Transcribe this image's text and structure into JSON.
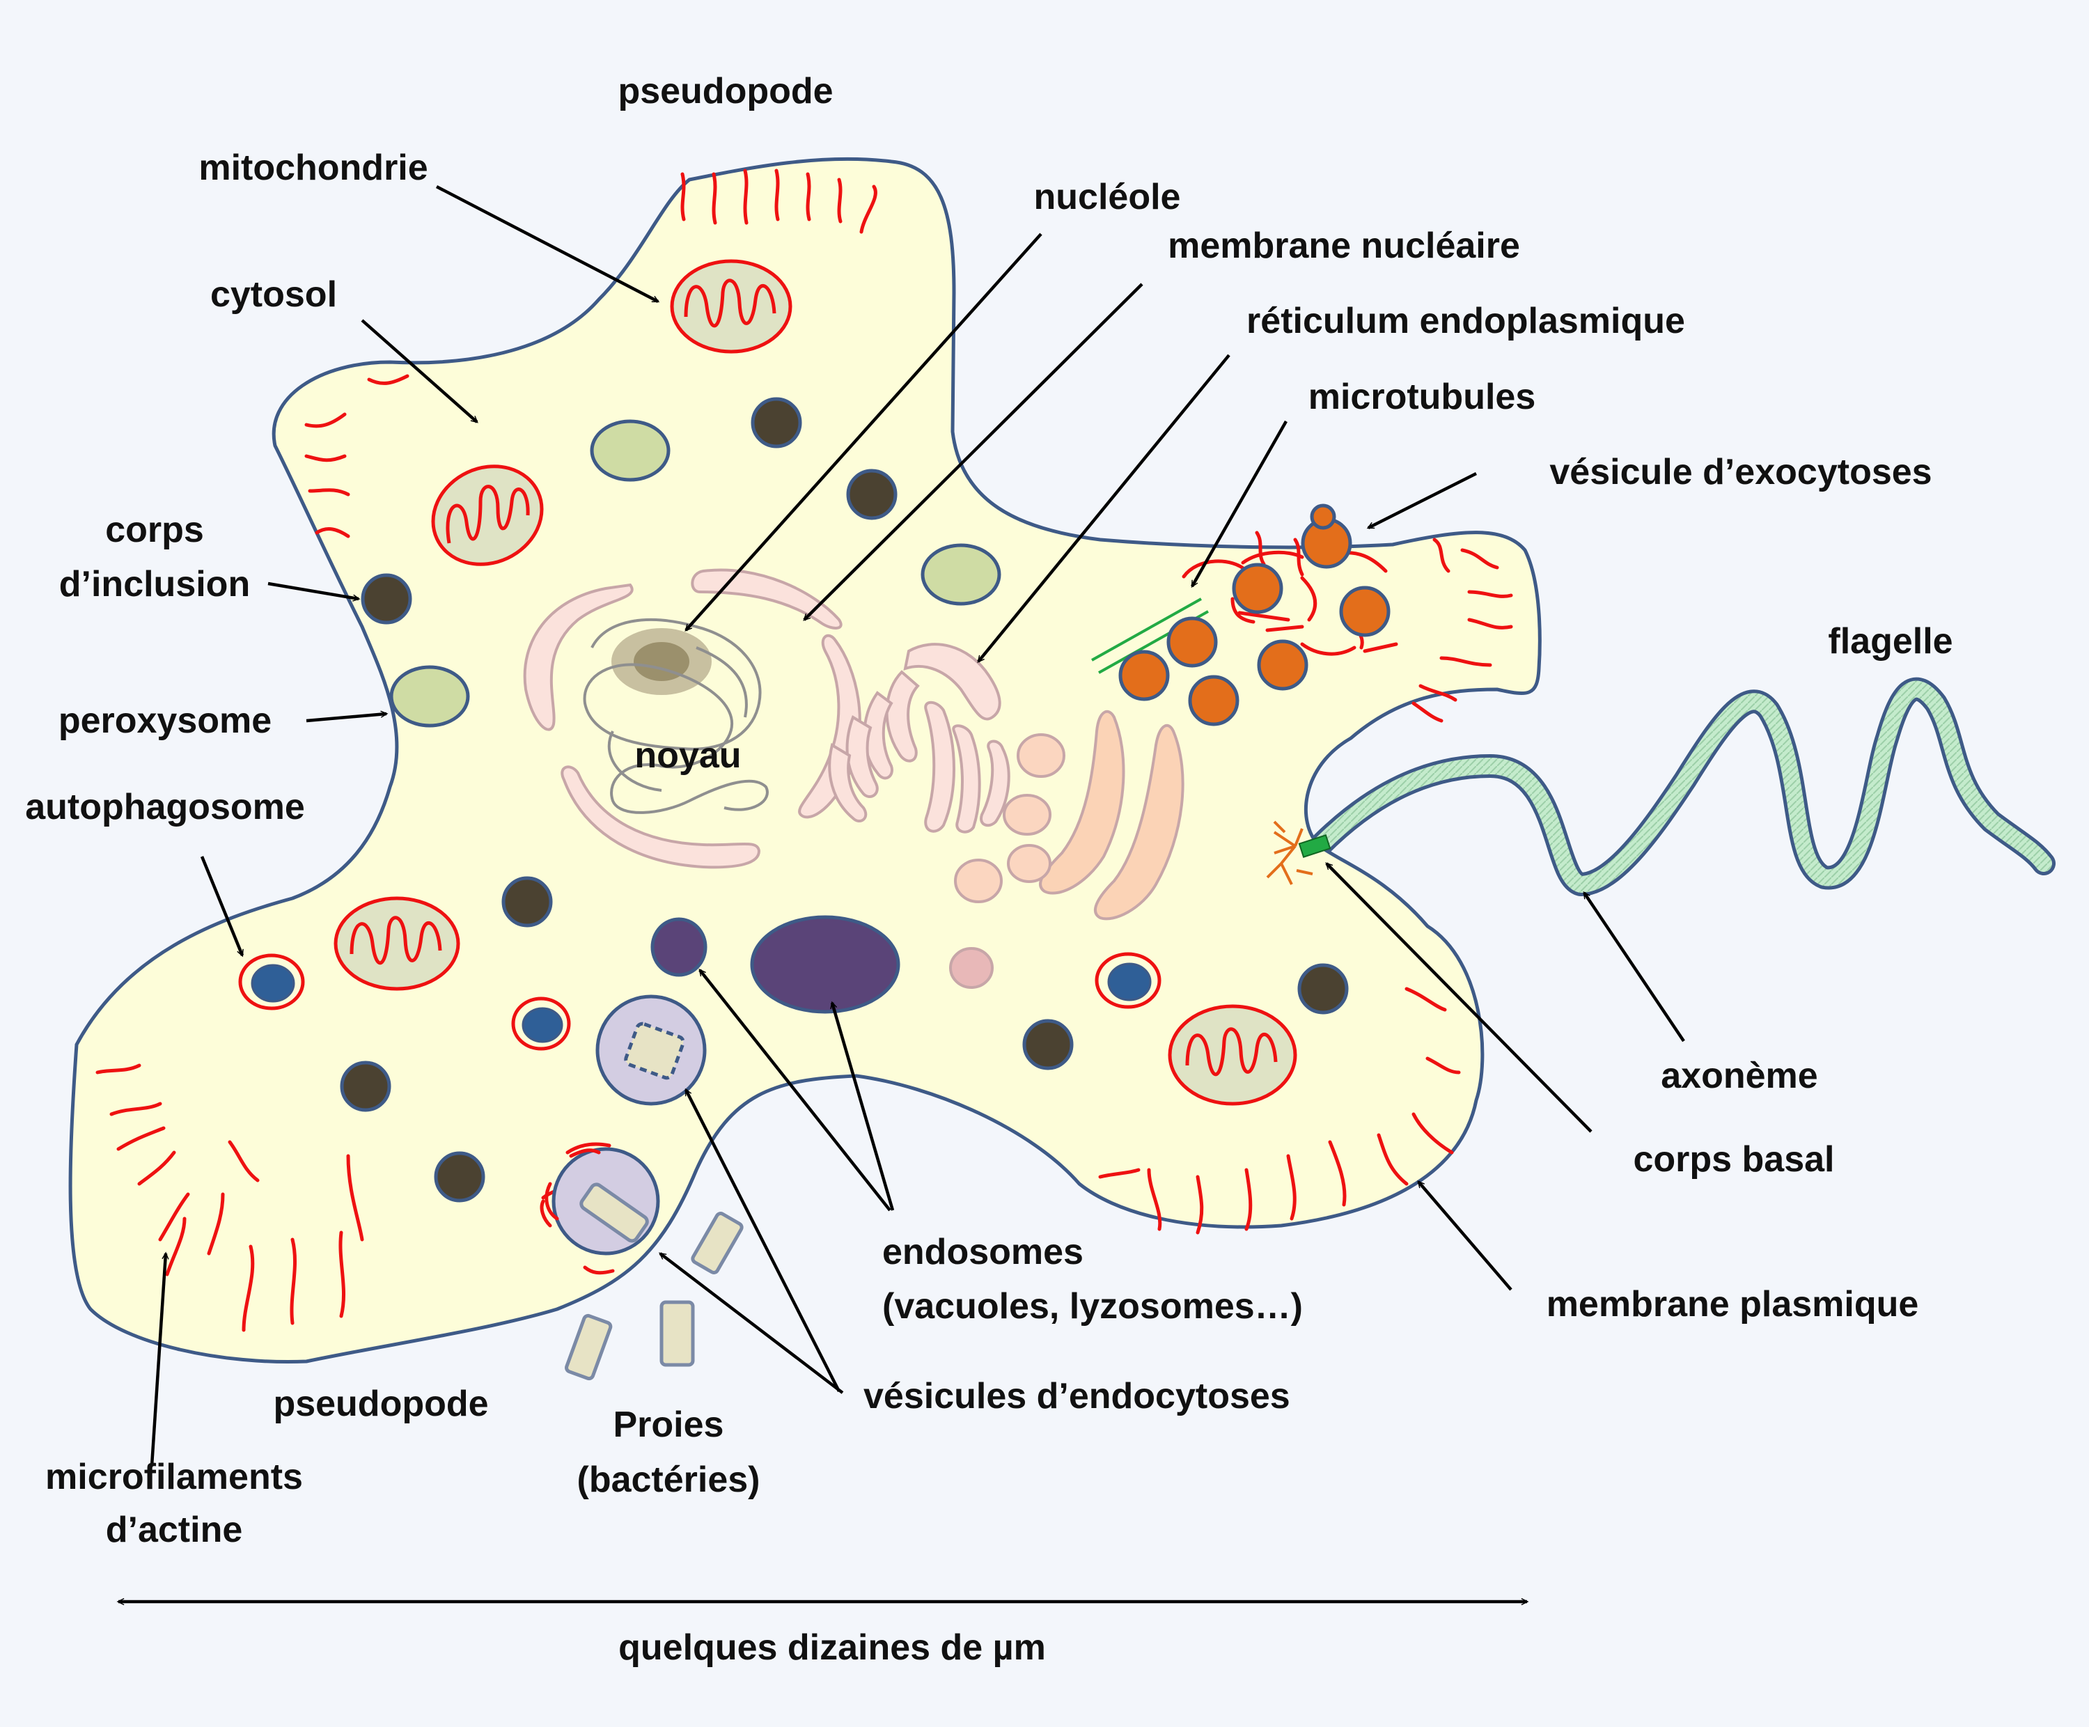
{
  "labels": {
    "pseudopode_top": "pseudopode",
    "mitochondrie": "mitochondrie",
    "cytosol": "cytosol",
    "corps_inclusion_1": "corps",
    "corps_inclusion_2": "d’inclusion",
    "peroxysome": "peroxysome",
    "autophagosome": "autophagosome",
    "microfilaments_1": "microfilaments",
    "microfilaments_2": "d’actine",
    "pseudopode_bottom": "pseudopode",
    "proies_1": "Proies",
    "proies_2": "(bactéries)",
    "nucleole": "nucléole",
    "membrane_nucleaire": "membrane nucléaire",
    "reticulum": "réticulum endoplasmique",
    "microtubules": "microtubules",
    "vesicule_exocytoses": "vésicule d’exocytoses",
    "flagelle": "flagelle",
    "noyau": "noyau",
    "axoneme": "axonème",
    "corps_basal": "corps basal",
    "endosomes_1": "endosomes",
    "endosomes_2": "(vacuoles, lyzosomes…)",
    "membrane_plasmique": "membrane plasmique",
    "vesicules_endocytoses": "vésicules d’endocytoses",
    "scale": "quelques dizaines de µm"
  },
  "colors": {
    "background": "#f3f6fb",
    "cytosol": "#fdfdd9",
    "membrane": "#3e5a87",
    "microfilaments": "#ee1111",
    "inclusion": "#4b4231",
    "peroxysome": "#cfdca4",
    "exocytosis_vesicle": "#e36e1b",
    "endosome": "#5a4478",
    "flagellum": "#bfe8c8",
    "microtubules": "#22aa44"
  }
}
